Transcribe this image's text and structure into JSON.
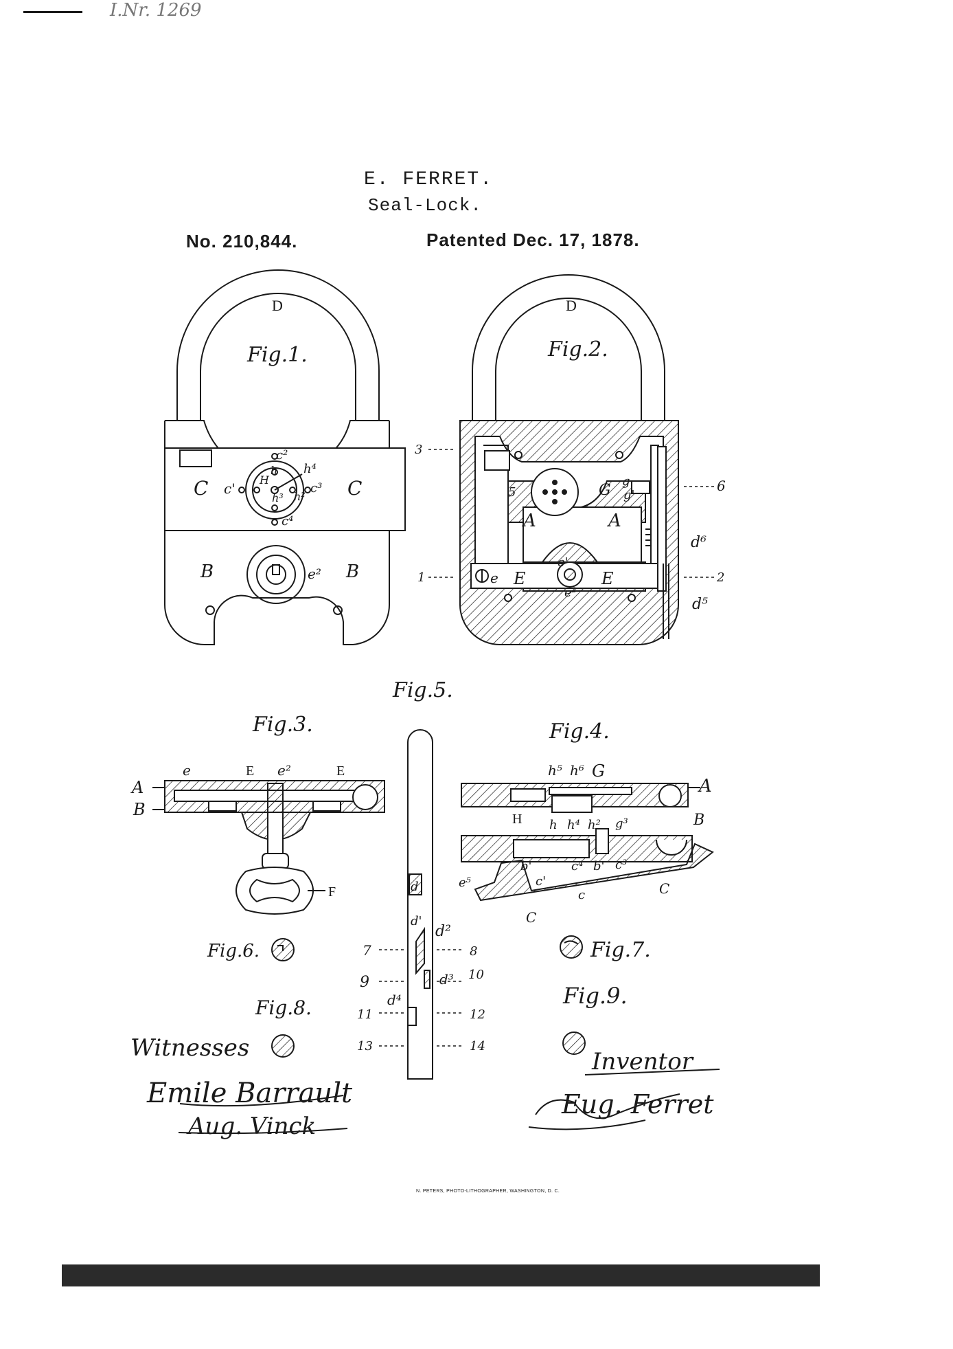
{
  "archive": {
    "note": "I.Nr. 1269"
  },
  "header": {
    "inventor": "E. FERRET.",
    "title": "Seal-Lock.",
    "patent_no": "No. 210,844.",
    "patented": "Patented Dec. 17, 1878."
  },
  "figures": {
    "fig1": "Fig.1.",
    "fig2": "Fig.2.",
    "fig3": "Fig.3.",
    "fig4": "Fig.4.",
    "fig5": "Fig.5.",
    "fig6": "Fig.6.",
    "fig7": "Fig.7.",
    "fig8": "Fig.8.",
    "fig9": "Fig.9."
  },
  "fig1_labels": {
    "D": "D",
    "C_left": "C",
    "C_right": "C",
    "B_left": "B",
    "B_right": "B",
    "c1": "c'",
    "c2": "c²",
    "c3": "c³",
    "c4": "c⁴",
    "h": "h",
    "h2": "h²",
    "h3": "h³",
    "h4": "h⁴",
    "H": "H",
    "e2": "e²"
  },
  "fig2_labels": {
    "D": "D",
    "A_left": "A",
    "A_right": "A",
    "E_left": "E",
    "E_right": "E",
    "G": "G",
    "g": "g",
    "g1": "g'",
    "e": "e",
    "e1": "e'",
    "e2": "e²",
    "d5": "d⁵",
    "d6": "d⁶",
    "n3": "3",
    "n1": "1",
    "n2": "2",
    "n6": "6",
    "n5": "5"
  },
  "fig3_labels": {
    "e": "e",
    "E1": "E",
    "e2": "e²",
    "E2": "E",
    "A": "A",
    "B": "B",
    "F": "F"
  },
  "fig4_labels": {
    "h5": "h⁵",
    "h6": "h⁶",
    "G": "G",
    "A": "A",
    "H": "H",
    "h": "h",
    "h4": "h⁴",
    "h2": "h²",
    "g3": "g³",
    "B": "B",
    "e5": "e⁵",
    "b1": "b'",
    "c4": "c⁴",
    "b2": "b'",
    "c3": "c³",
    "c1": "c'",
    "c": "c",
    "C1": "C",
    "C2": "C"
  },
  "fig5_labels": {
    "d": "d",
    "d1": "d'",
    "d2": "d²",
    "d3": "d³",
    "d4": "d⁴",
    "n7": "7",
    "n8": "8",
    "n9": "9",
    "n10": "10",
    "n11": "11",
    "n12": "12",
    "n13": "13",
    "n14": "14"
  },
  "footer": {
    "witnesses_label": "Witnesses",
    "witness_1": "Emile Barrault",
    "witness_2": "Aug. Vinck",
    "inventor_label": "Inventor",
    "inventor_signature": "Eug. Ferret",
    "printer": "N. PETERS, PHOTO-LITHOGRAPHER, WASHINGTON, D. C."
  },
  "colors": {
    "ink": "#1a1a1a",
    "paper": "#ffffff",
    "bottom_bar": "#2b2b2b"
  }
}
